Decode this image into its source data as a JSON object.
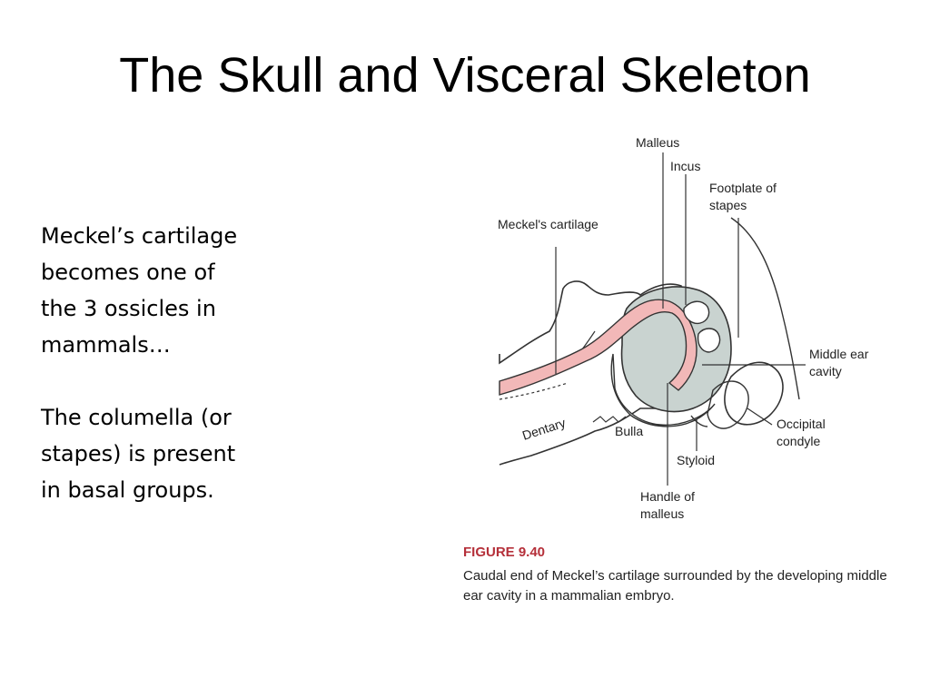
{
  "slide": {
    "title": "The Skull and Visceral Skeleton",
    "paragraph_1": "Meckel’s cartilage\nbecomes one of\nthe 3 ossicles in\nmammals…",
    "paragraph_2": "The columella (or\nstapes) is present\nin basal groups."
  },
  "figure": {
    "labels": {
      "malleus": "Malleus",
      "incus": "Incus",
      "footplate_1": "Footplate of",
      "footplate_2": "stapes",
      "meckels": "Meckel's cartilage",
      "middle_ear_1": "Middle ear",
      "middle_ear_2": "cavity",
      "occipital_1": "Occipital",
      "occipital_2": "condyle",
      "dentary": "Dentary",
      "bulla": "Bulla",
      "styloid": "Styloid",
      "handle_1": "Handle of",
      "handle_2": "malleus"
    },
    "number": "FIGURE 9.40",
    "caption": "Caudal end of Meckel’s cartilage surrounded by the developing middle ear cavity in a mammalian embryo.",
    "colors": {
      "cartilage": "#f2b8b8",
      "cavity": "#c9d3d0",
      "outline": "#333333",
      "figure_number": "#b5303a"
    }
  }
}
